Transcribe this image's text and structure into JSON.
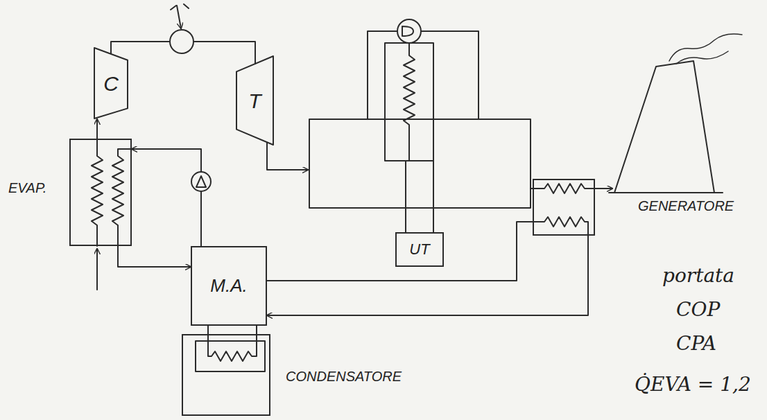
{
  "diagram": {
    "nodes": [
      {
        "text": [
          "C"
        ]
      },
      {
        "text": [
          "T"
        ]
      },
      {
        "text": [
          "UT"
        ]
      },
      {
        "text": [
          "EVAP."
        ]
      },
      {
        "text": [
          "M.A."
        ]
      },
      {
        "text": [
          "GENERATORE"
        ]
      },
      {
        "text": [
          "CONDENSATORE"
        ]
      }
    ],
    "edges": [
      {
        "from": 3,
        "to": 0,
        "arrow": "to"
      },
      {
        "from": 4,
        "to": 3,
        "arrow": "to"
      },
      {
        "from": 3,
        "to": 4,
        "arrow": "to"
      },
      {
        "from": 4,
        "to": 5,
        "arrow": "none"
      },
      {
        "from": 5,
        "to": 4,
        "arrow": "to"
      },
      {
        "from": 4,
        "to": 6,
        "arrow": "none"
      },
      {
        "from": 4,
        "to": 6,
        "arrow": "none"
      }
    ],
    "labels": [
      "portata",
      "COP",
      "CPA",
      "Q̇EVA = 1,2"
    ]
  }
}
